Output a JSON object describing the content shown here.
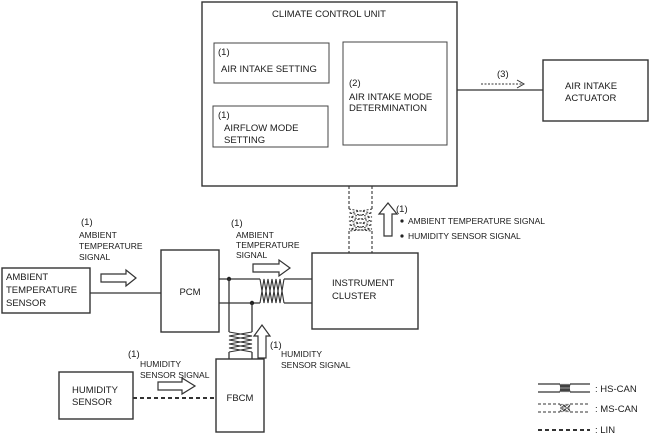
{
  "diagram": {
    "title": "Air intake control system wiring/signal diagram",
    "blocks": {
      "ccu": {
        "label": "CLIMATE CONTROL UNIT"
      },
      "air_intake_setting": {
        "tag": "(1)",
        "label": "AIR INTAKE SETTING"
      },
      "airflow_mode_setting": {
        "tag": "(1)",
        "lines": [
          "AIRFLOW MODE",
          "SETTING"
        ]
      },
      "air_intake_mode_determination": {
        "tag": "(2)",
        "lines": [
          "AIR INTAKE MODE",
          "DETERMINATION"
        ]
      },
      "air_intake_actuator": {
        "lines": [
          "AIR INTAKE",
          "ACTUATOR"
        ]
      },
      "ambient_temperature_sensor": {
        "lines": [
          "AMBIENT",
          "TEMPERATURE",
          "SENSOR"
        ]
      },
      "pcm": {
        "label": "PCM"
      },
      "instrument_cluster": {
        "lines": [
          "INSTRUMENT",
          "CLUSTER"
        ]
      },
      "humidity_sensor": {
        "lines": [
          "HUMIDITY",
          "SENSOR"
        ]
      },
      "fbcm": {
        "label": "FBCM"
      }
    },
    "signals": {
      "to_actuator": {
        "tag": "(3)"
      },
      "ambient_sensor_to_pcm": {
        "tag": "(1)",
        "lines": [
          "AMBIENT",
          "TEMPERATURE",
          "SIGNAL"
        ]
      },
      "pcm_to_cluster": {
        "tag": "(1)",
        "lines": [
          "AMBIENT",
          "TEMPERATURE",
          "SIGNAL"
        ]
      },
      "cluster_to_ccu": {
        "tag": "(1)",
        "items": [
          "AMBIENT TEMPERATURE SIGNAL",
          "HUMIDITY SENSOR SIGNAL"
        ]
      },
      "fbcm_to_can": {
        "tag": "(1)",
        "lines": [
          "HUMIDITY",
          "SENSOR SIGNAL"
        ]
      },
      "humidity_to_fbcm": {
        "tag": "(1)",
        "lines": [
          "HUMIDITY",
          "SENSOR SIGNAL"
        ]
      }
    },
    "legend": [
      {
        "type": "HS-CAN",
        "label": ": HS-CAN"
      },
      {
        "type": "MS-CAN",
        "label": ": MS-CAN"
      },
      {
        "type": "LIN",
        "label": ": LIN"
      }
    ]
  }
}
